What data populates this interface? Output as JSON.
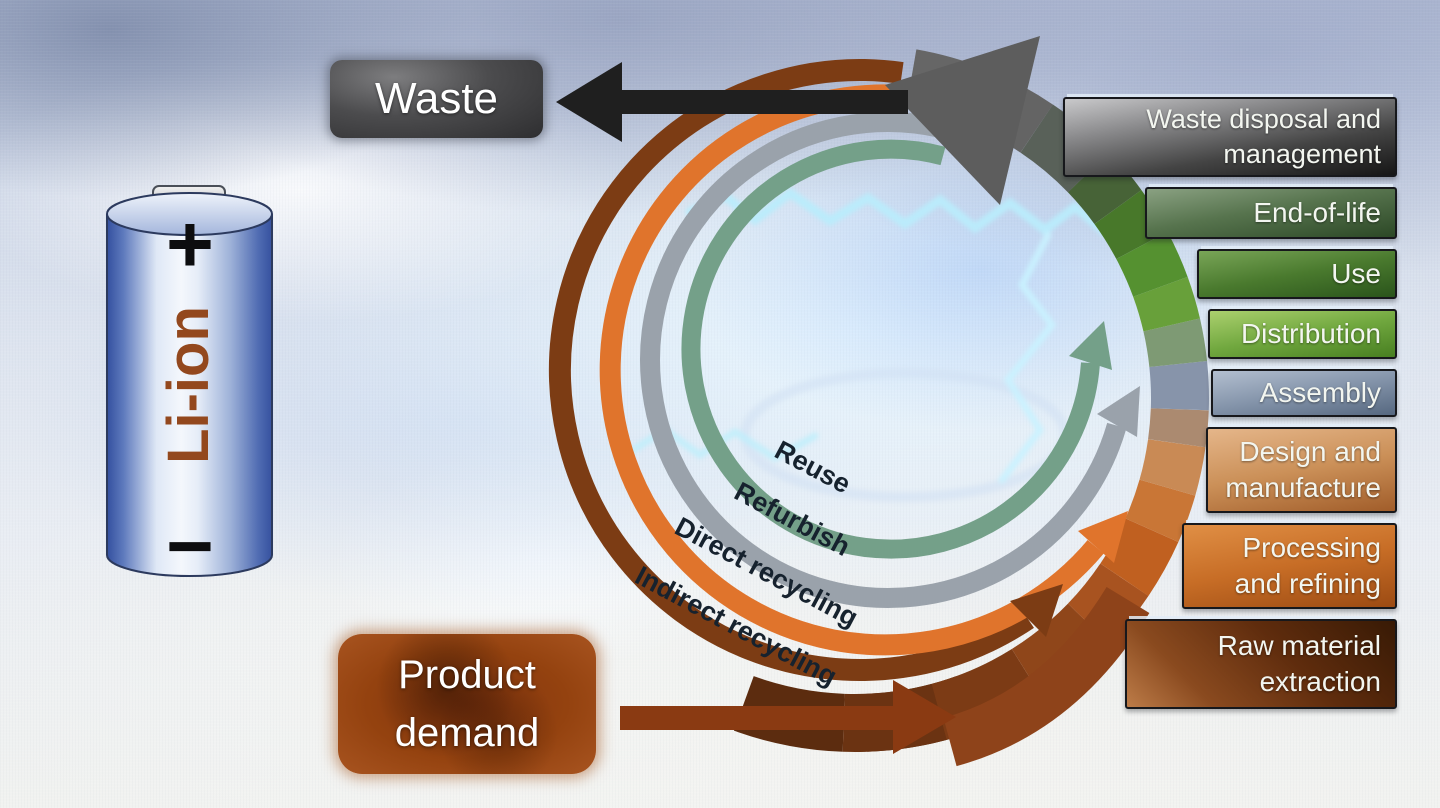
{
  "scene": {
    "waste_label": "Waste",
    "product_demand_label": "Product demand",
    "battery": {
      "label": "Li-ion",
      "positive": "+",
      "negative": "−"
    },
    "loop_arrows": [
      {
        "label": "Reuse",
        "color": "#74a089"
      },
      {
        "label": "Refurbish",
        "color": "#9aa2ab"
      },
      {
        "label": "Direct recycling",
        "color": "#e0742c"
      },
      {
        "label": "Indirect recycling",
        "color": "#7c3c14"
      }
    ],
    "lifecycle_stages": [
      {
        "label": "Waste disposal and management",
        "color": "#4a4a4a"
      },
      {
        "label": "End-of-life",
        "color": "#3c5a33"
      },
      {
        "label": "Use",
        "color": "#47742c"
      },
      {
        "label": "Distribution",
        "color": "#6da33c"
      },
      {
        "label": "Assembly",
        "color": "#7f8ea5"
      },
      {
        "label": "Design and manufacture",
        "color": "#c98d58"
      },
      {
        "label": "Processing and refining",
        "color": "#c86d26"
      },
      {
        "label": "Raw material extraction",
        "color": "#6b3210"
      }
    ],
    "flow_arrows": {
      "waste_arrow_color": "#1f1f1f",
      "product_demand_arrow_color": "#8a3a12",
      "end_of_loop_arrow_color": "#5d5d5d"
    }
  }
}
